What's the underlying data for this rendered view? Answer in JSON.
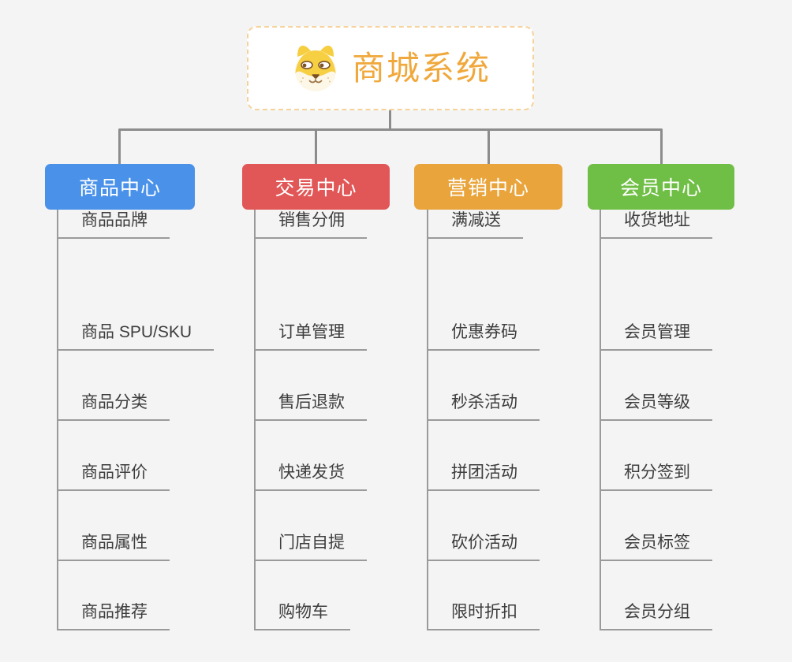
{
  "root": {
    "title": "商城系统",
    "icon": "shiba-dog-icon"
  },
  "branches": [
    {
      "label": "商品中心",
      "color": "#4a91e9",
      "items": [
        "商品 SPU/SKU",
        "商品分类",
        "商品评价",
        "商品属性",
        "商品推荐",
        "商品品牌"
      ]
    },
    {
      "label": "交易中心",
      "color": "#e15656",
      "items": [
        "订单管理",
        "售后退款",
        "快递发货",
        "门店自提",
        "购物车",
        "销售分佣"
      ]
    },
    {
      "label": "营销中心",
      "color": "#e9a43c",
      "items": [
        "优惠券码",
        "秒杀活动",
        "拼团活动",
        "砍价活动",
        "限时折扣",
        "满减送"
      ]
    },
    {
      "label": "会员中心",
      "color": "#6fbe45",
      "items": [
        "会员管理",
        "会员等级",
        "积分签到",
        "会员标签",
        "会员分组",
        "收货地址"
      ]
    }
  ],
  "colors": {
    "background": "#f4f4f4",
    "root_text": "#f0a83c",
    "root_border": "#f6d29b",
    "connector": "#8c8c8c",
    "leaf_line": "#9a9a9a",
    "leaf_text": "#3d3d3d"
  }
}
